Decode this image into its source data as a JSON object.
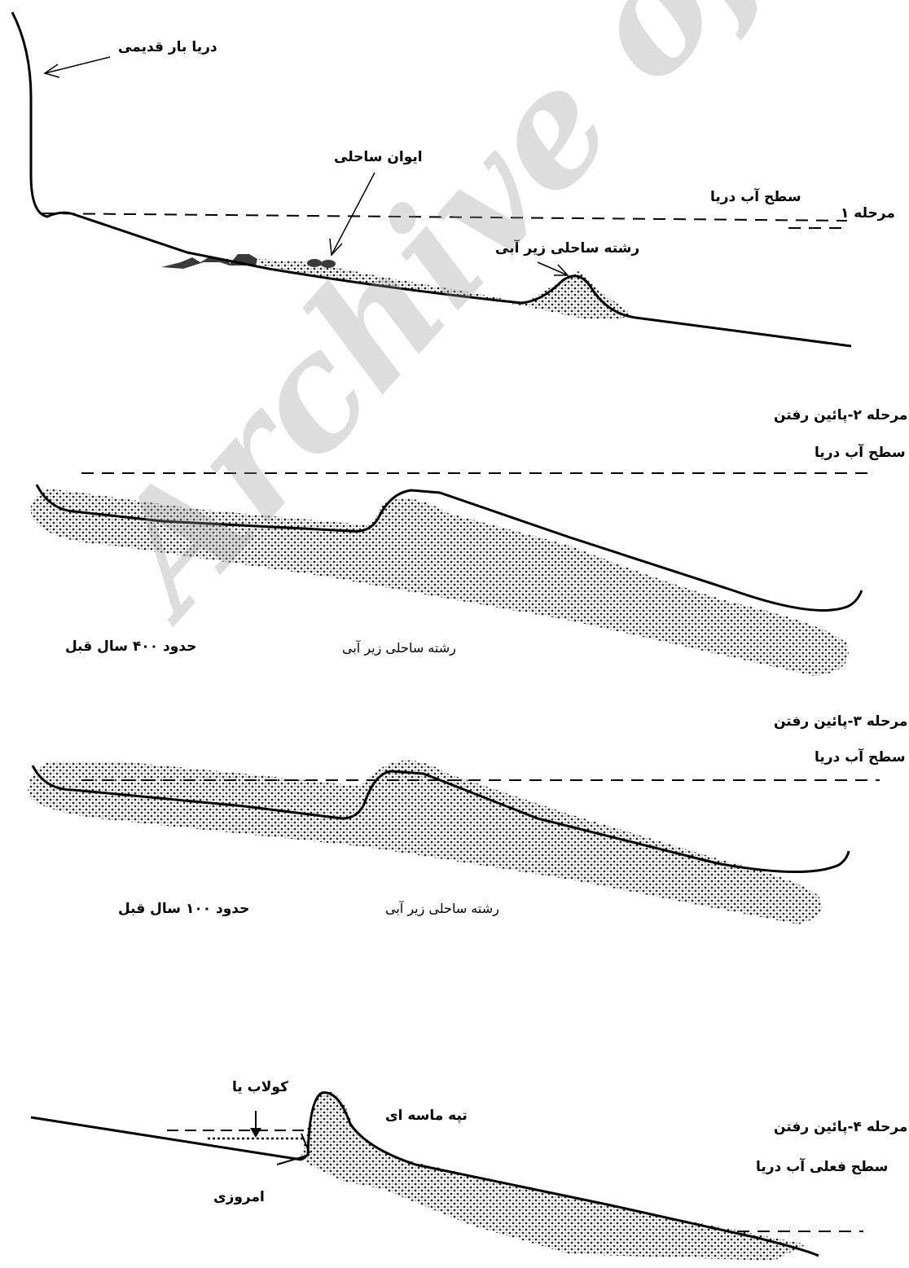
{
  "watermark": "Archive of SID",
  "stage1": {
    "stage_label": "مرحله ۱",
    "sea_level": "سطح آب دریا",
    "old_shoreline": "دریا بار قدیمی",
    "coastal_terrace": "ایوان ساحلی",
    "submarine_bar": "رشته ساحلی زیر آبی"
  },
  "stage2": {
    "stage_label": "مرحله ۲-پائین رفتن",
    "sea_level": "سطح آب دریا",
    "submarine_bar": "رشته ساحلی زیر آبی",
    "age": "حدود ۴۰۰ سال قبل"
  },
  "stage3": {
    "stage_label": "مرحله ۳-پائین رفتن",
    "sea_level": "سطح آب دریا",
    "submarine_bar": "رشته ساحلی زیر آبی",
    "age": "حدود ۱۰۰ سال قبل"
  },
  "stage4": {
    "stage_label": "مرحله ۴-پائین رفتن",
    "sea_level": "سطح فعلی آب دریا",
    "lagoon": "کولاب یا",
    "dune": "تپه ماسه ای",
    "today": "امروزی"
  }
}
